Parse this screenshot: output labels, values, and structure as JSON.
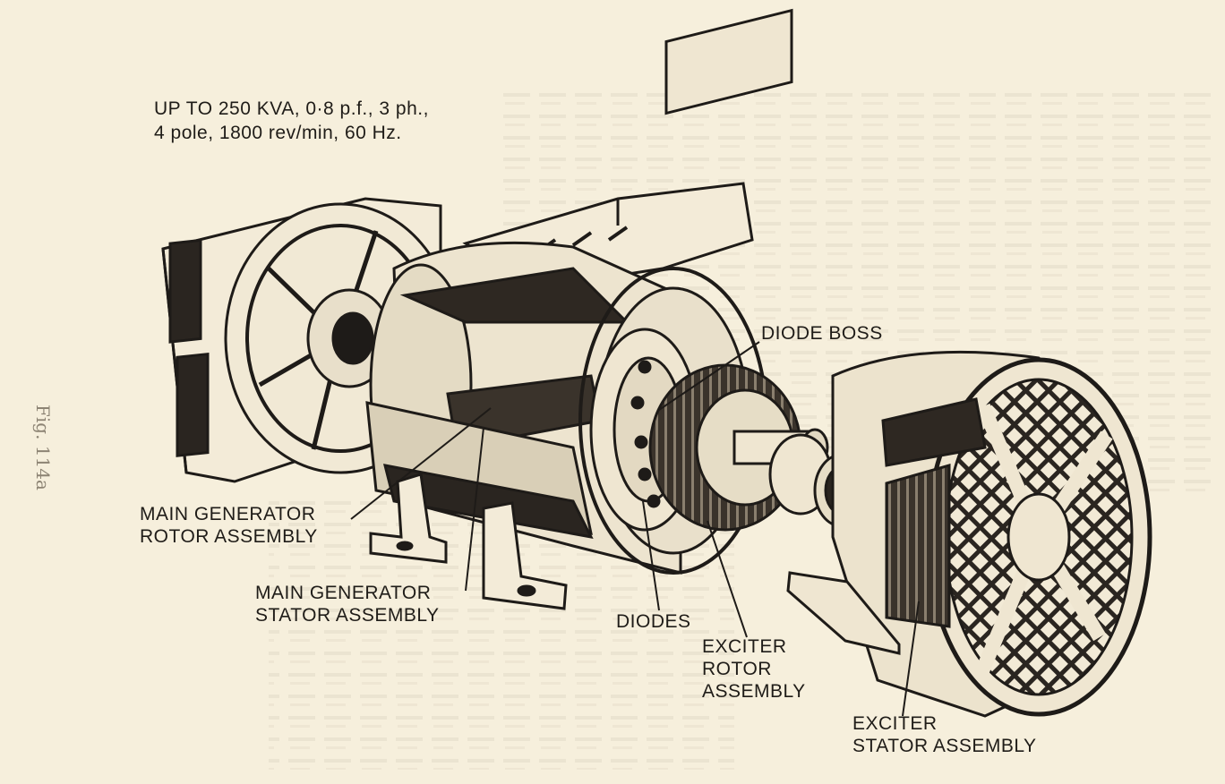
{
  "specification": {
    "line1": "UP TO 250 KVA, 0·8 p.f., 3 ph.,",
    "line2": "4 pole, 1800 rev/min, 60 Hz."
  },
  "figure_caption": "Fig. 114a",
  "labels": {
    "diode_boss": "DIODE BOSS",
    "main_generator_rotor": [
      "MAIN GENERATOR",
      "ROTOR ASSEMBLY"
    ],
    "main_generator_stator": [
      "MAIN GENERATOR",
      "STATOR ASSEMBLY"
    ],
    "diodes": "DIODES",
    "exciter_rotor": [
      "EXCITER",
      "ROTOR",
      "ASSEMBLY"
    ],
    "exciter_stator": [
      "EXCITER",
      "STATOR ASSEMBLY"
    ]
  },
  "colors": {
    "paper": "#f6efdc",
    "ink": "#1e1b18",
    "bleed_through": "#b9b1a2"
  }
}
